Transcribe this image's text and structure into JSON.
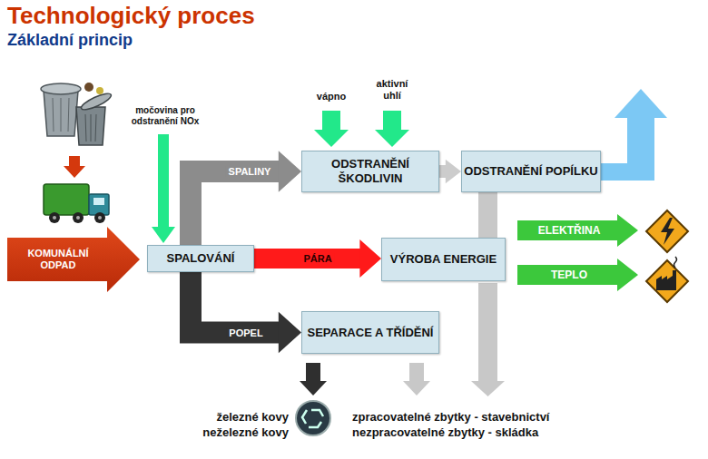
{
  "diagram": {
    "title": "Technologický proces",
    "nodes": [
      {
        "text": [
          "SPALOVÁNÍ"
        ]
      },
      {
        "text": [
          "ODSTRANĚNÍ ŠKODLIVIN"
        ]
      },
      {
        "text": [
          "ODSTRANĚNÍ POPÍLKU"
        ]
      },
      {
        "text": [
          "VÝROBA ENERGIE"
        ]
      },
      {
        "text": [
          "SEPARACE A TŘÍDĚNÍ"
        ]
      }
    ],
    "edges": [
      {
        "from": 0,
        "to": 1,
        "label": "SPALINY",
        "arrow": "to"
      },
      {
        "from": 0,
        "to": 3,
        "label": "PÁRA",
        "arrow": "to"
      },
      {
        "from": 0,
        "to": 4,
        "label": "POPEL",
        "arrow": "to"
      },
      {
        "from": 1,
        "to": 2,
        "arrow": "to"
      },
      {
        "from": 2,
        "to": 3,
        "arrow": "none"
      }
    ],
    "labels": [
      "Základní princip",
      "KOMUNÁLNÍ ODPAD",
      "močovina pro odstranění NOx",
      "vápno",
      "aktivní uhlí",
      "ELEKTŘINA",
      "TEPLO",
      "železné kovy",
      "neželezné kovy",
      "zpracovatelné zbytky - stavebnictví",
      "nezpracovatelné zbytky - skládka"
    ]
  }
}
